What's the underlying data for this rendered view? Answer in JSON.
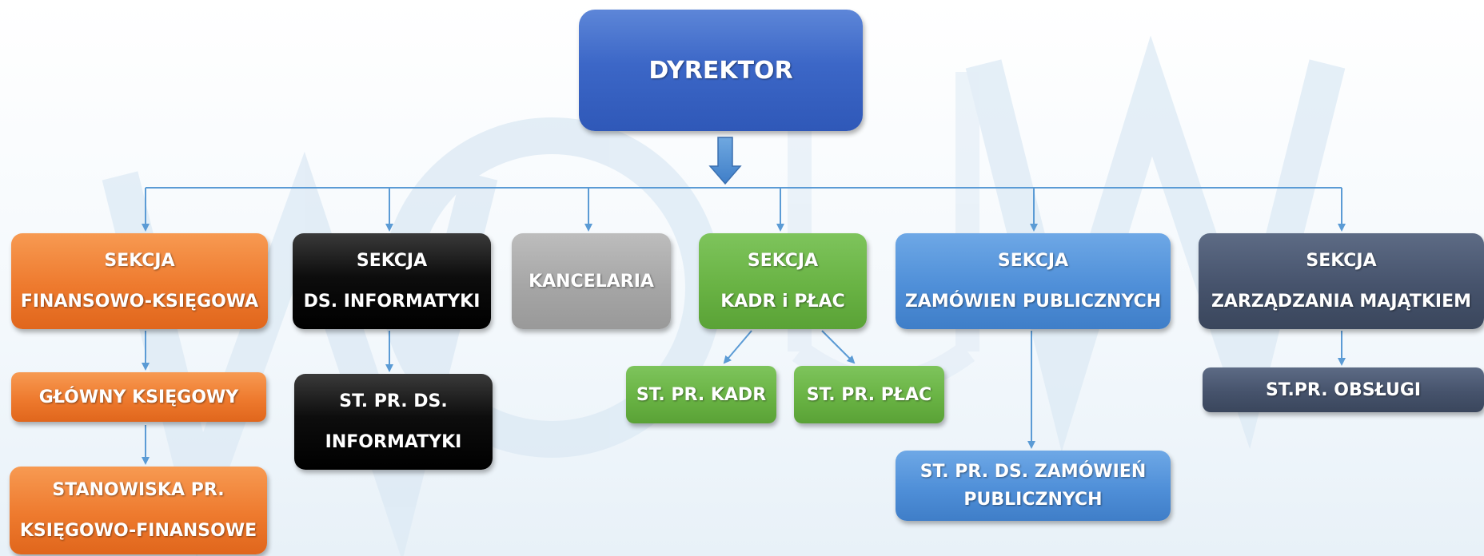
{
  "director": {
    "label": "DYREKTOR"
  },
  "sections": {
    "finance": {
      "line1": "SEKCJA",
      "line2": "FINANSOWO-KSIĘGOWA"
    },
    "it": {
      "line1": "SEKCJA",
      "line2": "DS. INFORMATYKI"
    },
    "chancellery": {
      "label": "KANCELARIA"
    },
    "hr": {
      "line1": "SEKCJA",
      "line2": "KADR i PŁAC"
    },
    "procurement": {
      "line1": "SEKCJA",
      "line2": "ZAMÓWIEN PUBLICZNYCH"
    },
    "assets": {
      "line1": "SEKCJA",
      "line2": "ZARZĄDZANIA MAJĄTKIEM"
    }
  },
  "positions": {
    "chief_accountant": {
      "label": "GŁÓWNY KSIĘGOWY"
    },
    "finance_staff": {
      "line1": "STANOWISKA PR.",
      "line2": "KSIĘGOWO-FINANSOWE"
    },
    "it_staff": {
      "line1": "ST. PR. DS.",
      "line2": "INFORMATYKI"
    },
    "hr_staff": {
      "label": "ST. PR. KADR"
    },
    "payroll_staff": {
      "label": "ST. PR. PŁAC"
    },
    "procurement_staff": {
      "line1": "ST. PR. DS. ZAMÓWIEŃ",
      "line2": "PUBLICZNYCH"
    },
    "service_staff": {
      "label": "ST.PR. OBSŁUGI"
    }
  },
  "colors": {
    "director": "#3c67c7",
    "finance": "#ee7a2e",
    "it": "#000000",
    "chancellery": "#a6a6a6",
    "hr": "#69b344",
    "procurement": "#4f8fd8",
    "assets": "#46536c",
    "connector": "#5b9bd5"
  },
  "watermark": "GUW"
}
